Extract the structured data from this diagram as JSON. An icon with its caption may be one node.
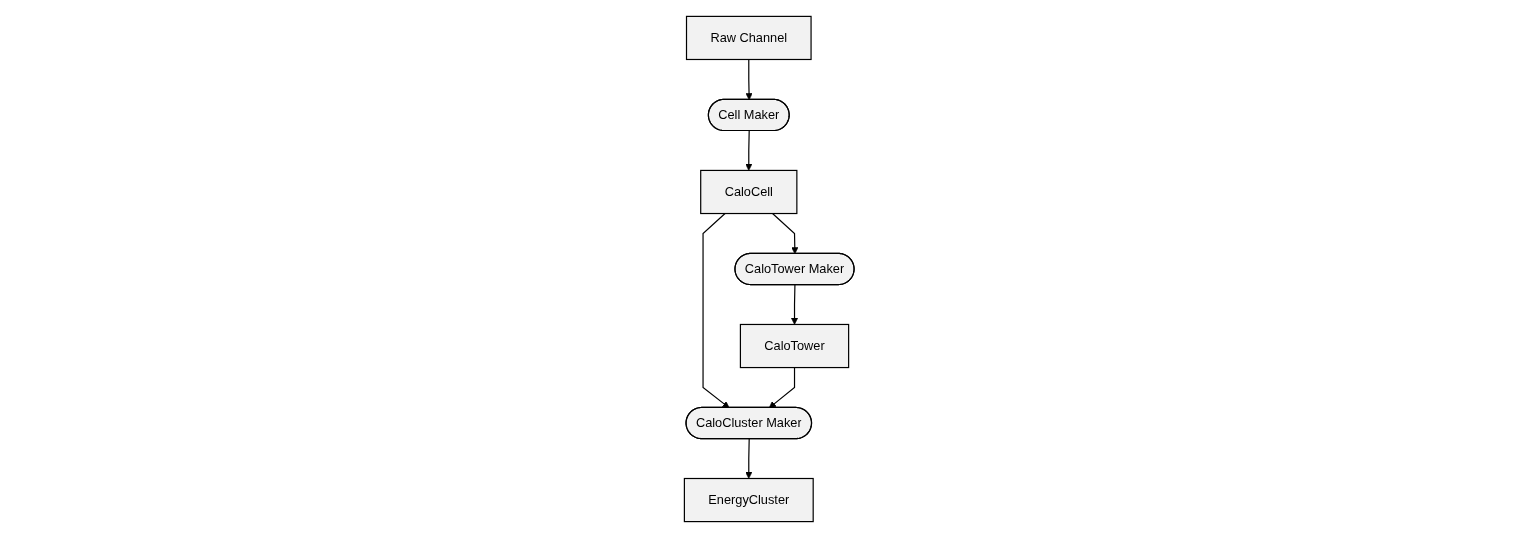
{
  "diagram": {
    "nodes": [
      {
        "text": [
          "Raw Channel"
        ]
      },
      {
        "text": [
          "CaloCell"
        ]
      },
      {
        "text": [
          "CaloTower"
        ]
      },
      {
        "text": [
          "EnergyCluster"
        ]
      },
      {
        "text": [
          "Cell Maker"
        ]
      },
      {
        "text": [
          "CaloTower Maker"
        ]
      },
      {
        "text": [
          "CaloCluster Maker"
        ]
      }
    ],
    "edges": [
      {
        "from": 0,
        "to": 4,
        "arrow": "to"
      },
      {
        "from": 4,
        "to": 1,
        "arrow": "to"
      },
      {
        "from": 1,
        "to": 5,
        "arrow": "to"
      },
      {
        "from": 5,
        "to": 2,
        "arrow": "to"
      },
      {
        "from": 1,
        "to": 6,
        "arrow": "to"
      },
      {
        "from": 2,
        "to": 6,
        "arrow": "to"
      },
      {
        "from": 6,
        "to": 3,
        "arrow": "to"
      }
    ]
  }
}
